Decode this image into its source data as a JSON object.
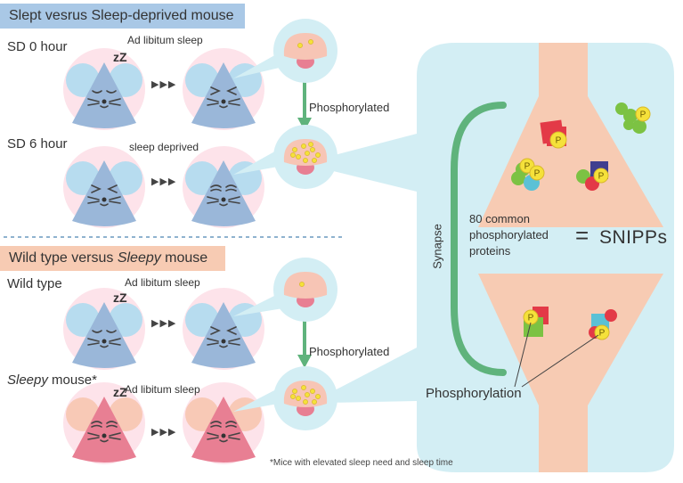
{
  "colors": {
    "cyan_panel": "#d3eef4",
    "synapse": "#f7cbb3",
    "green_arrow": "#5fb37c",
    "mouse_blue": "#9ab7d9",
    "mouse_ear_blue": "#b7dcef",
    "mouse_pink": "#e87f93",
    "mouse_ear_peach": "#f8c9b6",
    "bg_pink": "#fde3ea",
    "brain": "#f7c5b5",
    "phospho_yellow": "#f5e13a"
  },
  "section1": {
    "title": "Slept vesrus Sleep-deprived mouse",
    "row1_label": "SD 0 hour",
    "row1_caption": "Ad libitum sleep",
    "row2_label": "SD 6 hour",
    "row2_caption": "sleep deprived",
    "arrow_label": "Phosphorylated"
  },
  "section2": {
    "title_pre": "Wild type versus ",
    "title_em": "Sleepy",
    "title_post": " mouse",
    "row1_label": "Wild type",
    "row1_caption": "Ad libitum sleep",
    "row2_label_em": "Sleepy",
    "row2_label_post": " mouse*",
    "row2_caption": "Ad libitum sleep",
    "arrow_label": "Phosphorylated"
  },
  "panel": {
    "synapse_label": "Synapse",
    "proteins_line1": "80 common",
    "proteins_line2": "phosphorylated",
    "proteins_line3": "proteins",
    "equals": "=",
    "snipps": "SNIPPs",
    "phosphorylation_label": "Phosphorylation",
    "p_glyph": "P"
  },
  "sleep_glyph": "zZ",
  "arrows_glyph": "▶▶▶",
  "footnote": "*Mice with elevated sleep need and sleep time"
}
